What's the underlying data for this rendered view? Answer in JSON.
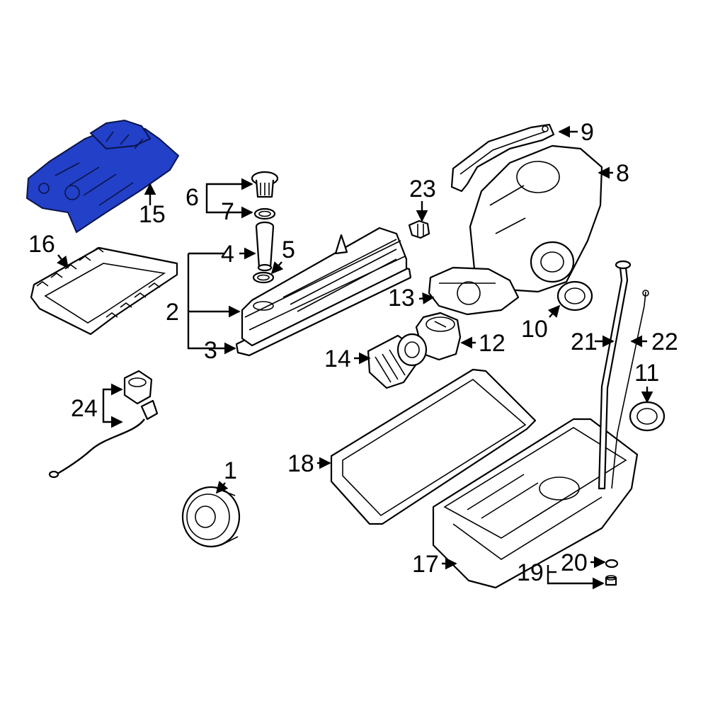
{
  "diagram": {
    "highlight_color": "#2340c8",
    "highlighted_part": "15",
    "callouts": [
      "1",
      "2",
      "3",
      "4",
      "5",
      "6",
      "7",
      "8",
      "9",
      "10",
      "11",
      "12",
      "13",
      "14",
      "15",
      "16",
      "17",
      "18",
      "19",
      "20",
      "21",
      "22",
      "23",
      "24"
    ]
  }
}
